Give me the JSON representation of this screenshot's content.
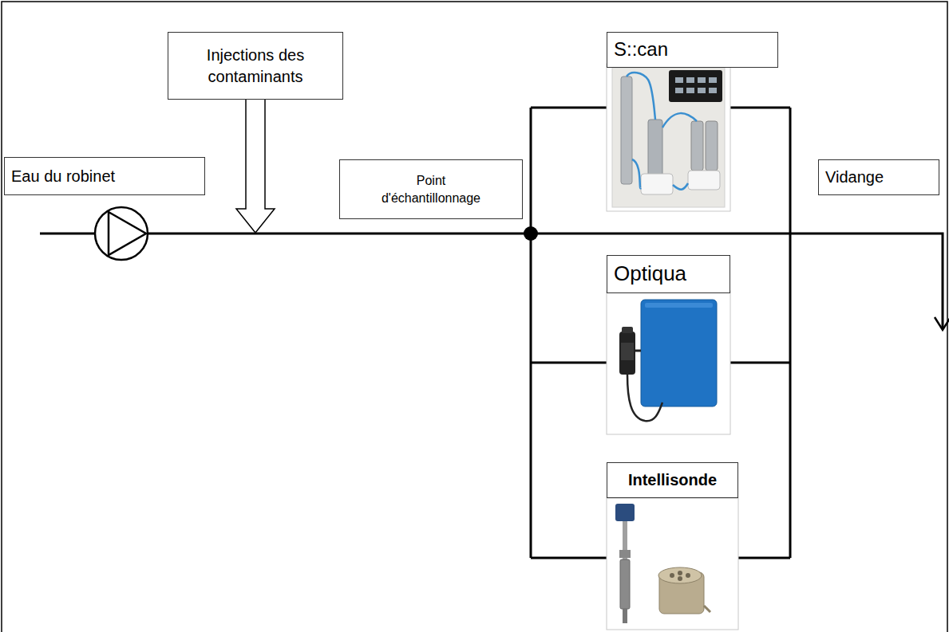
{
  "diagram": {
    "nodes": [
      {
        "text": [
          "Injections des contaminants"
        ]
      },
      {
        "text": [
          "S::can"
        ]
      },
      {
        "text": [
          "Eau du robinet"
        ]
      },
      {
        "text": [
          "Point d'échantillonnage"
        ]
      },
      {
        "text": [
          "Vidange"
        ]
      },
      {
        "text": [
          "Optiqua"
        ]
      },
      {
        "text": [
          "Intellisonde"
        ]
      }
    ]
  }
}
